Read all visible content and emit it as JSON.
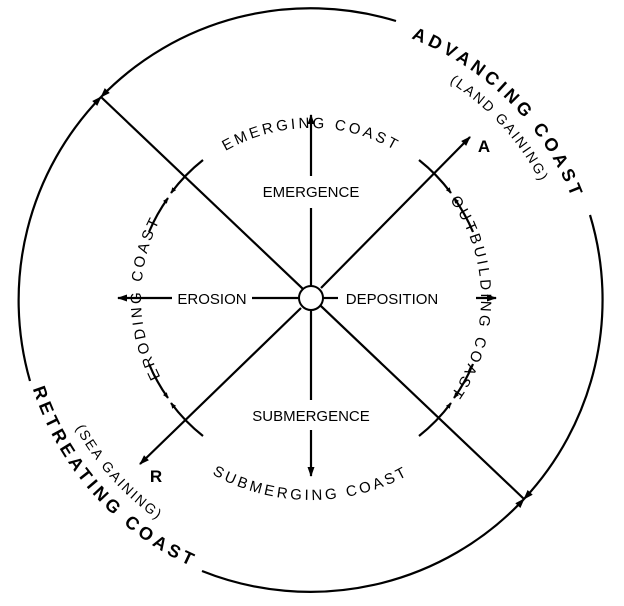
{
  "title": "Coastal classification diagram",
  "center_labels": {
    "up": "EMERGENCE",
    "down": "SUBMERGENCE",
    "left": "EROSION",
    "right": "DEPOSITION"
  },
  "inner_ring": {
    "top": "EMERGING COAST",
    "right": "OUTBUILDING COAST",
    "bottom": "SUBMERGING COAST",
    "left": "ERODING COAST"
  },
  "outer_ring": {
    "advancing": "ADVANCING COAST",
    "advancing_note": "(LAND GAINING)",
    "retreating": "RETREATING COAST",
    "retreating_note": "(SEA GAINING)"
  },
  "axis_markers": {
    "advancing": "A",
    "retreating": "R"
  },
  "colors": {
    "ink": "#000000",
    "background": "#ffffff"
  }
}
